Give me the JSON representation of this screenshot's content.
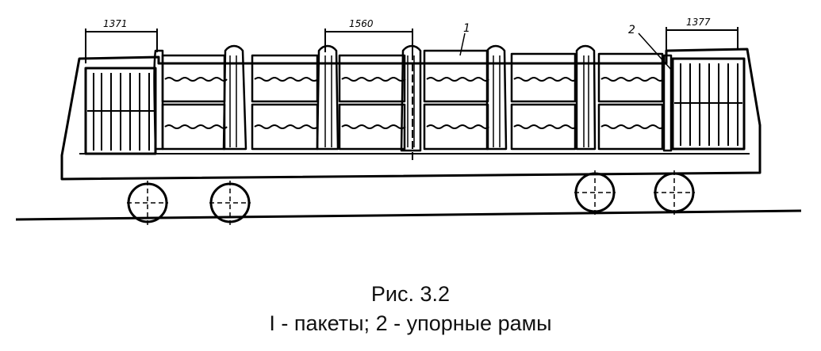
{
  "figure": {
    "dimensions": {
      "left": "1371",
      "middle": "1560",
      "right": "1377"
    },
    "callouts": {
      "packages": "1",
      "stop_frames": "2"
    }
  },
  "caption": {
    "title": "Рис. 3.2",
    "legend": "I - пакеты; 2 - упорные рамы"
  }
}
